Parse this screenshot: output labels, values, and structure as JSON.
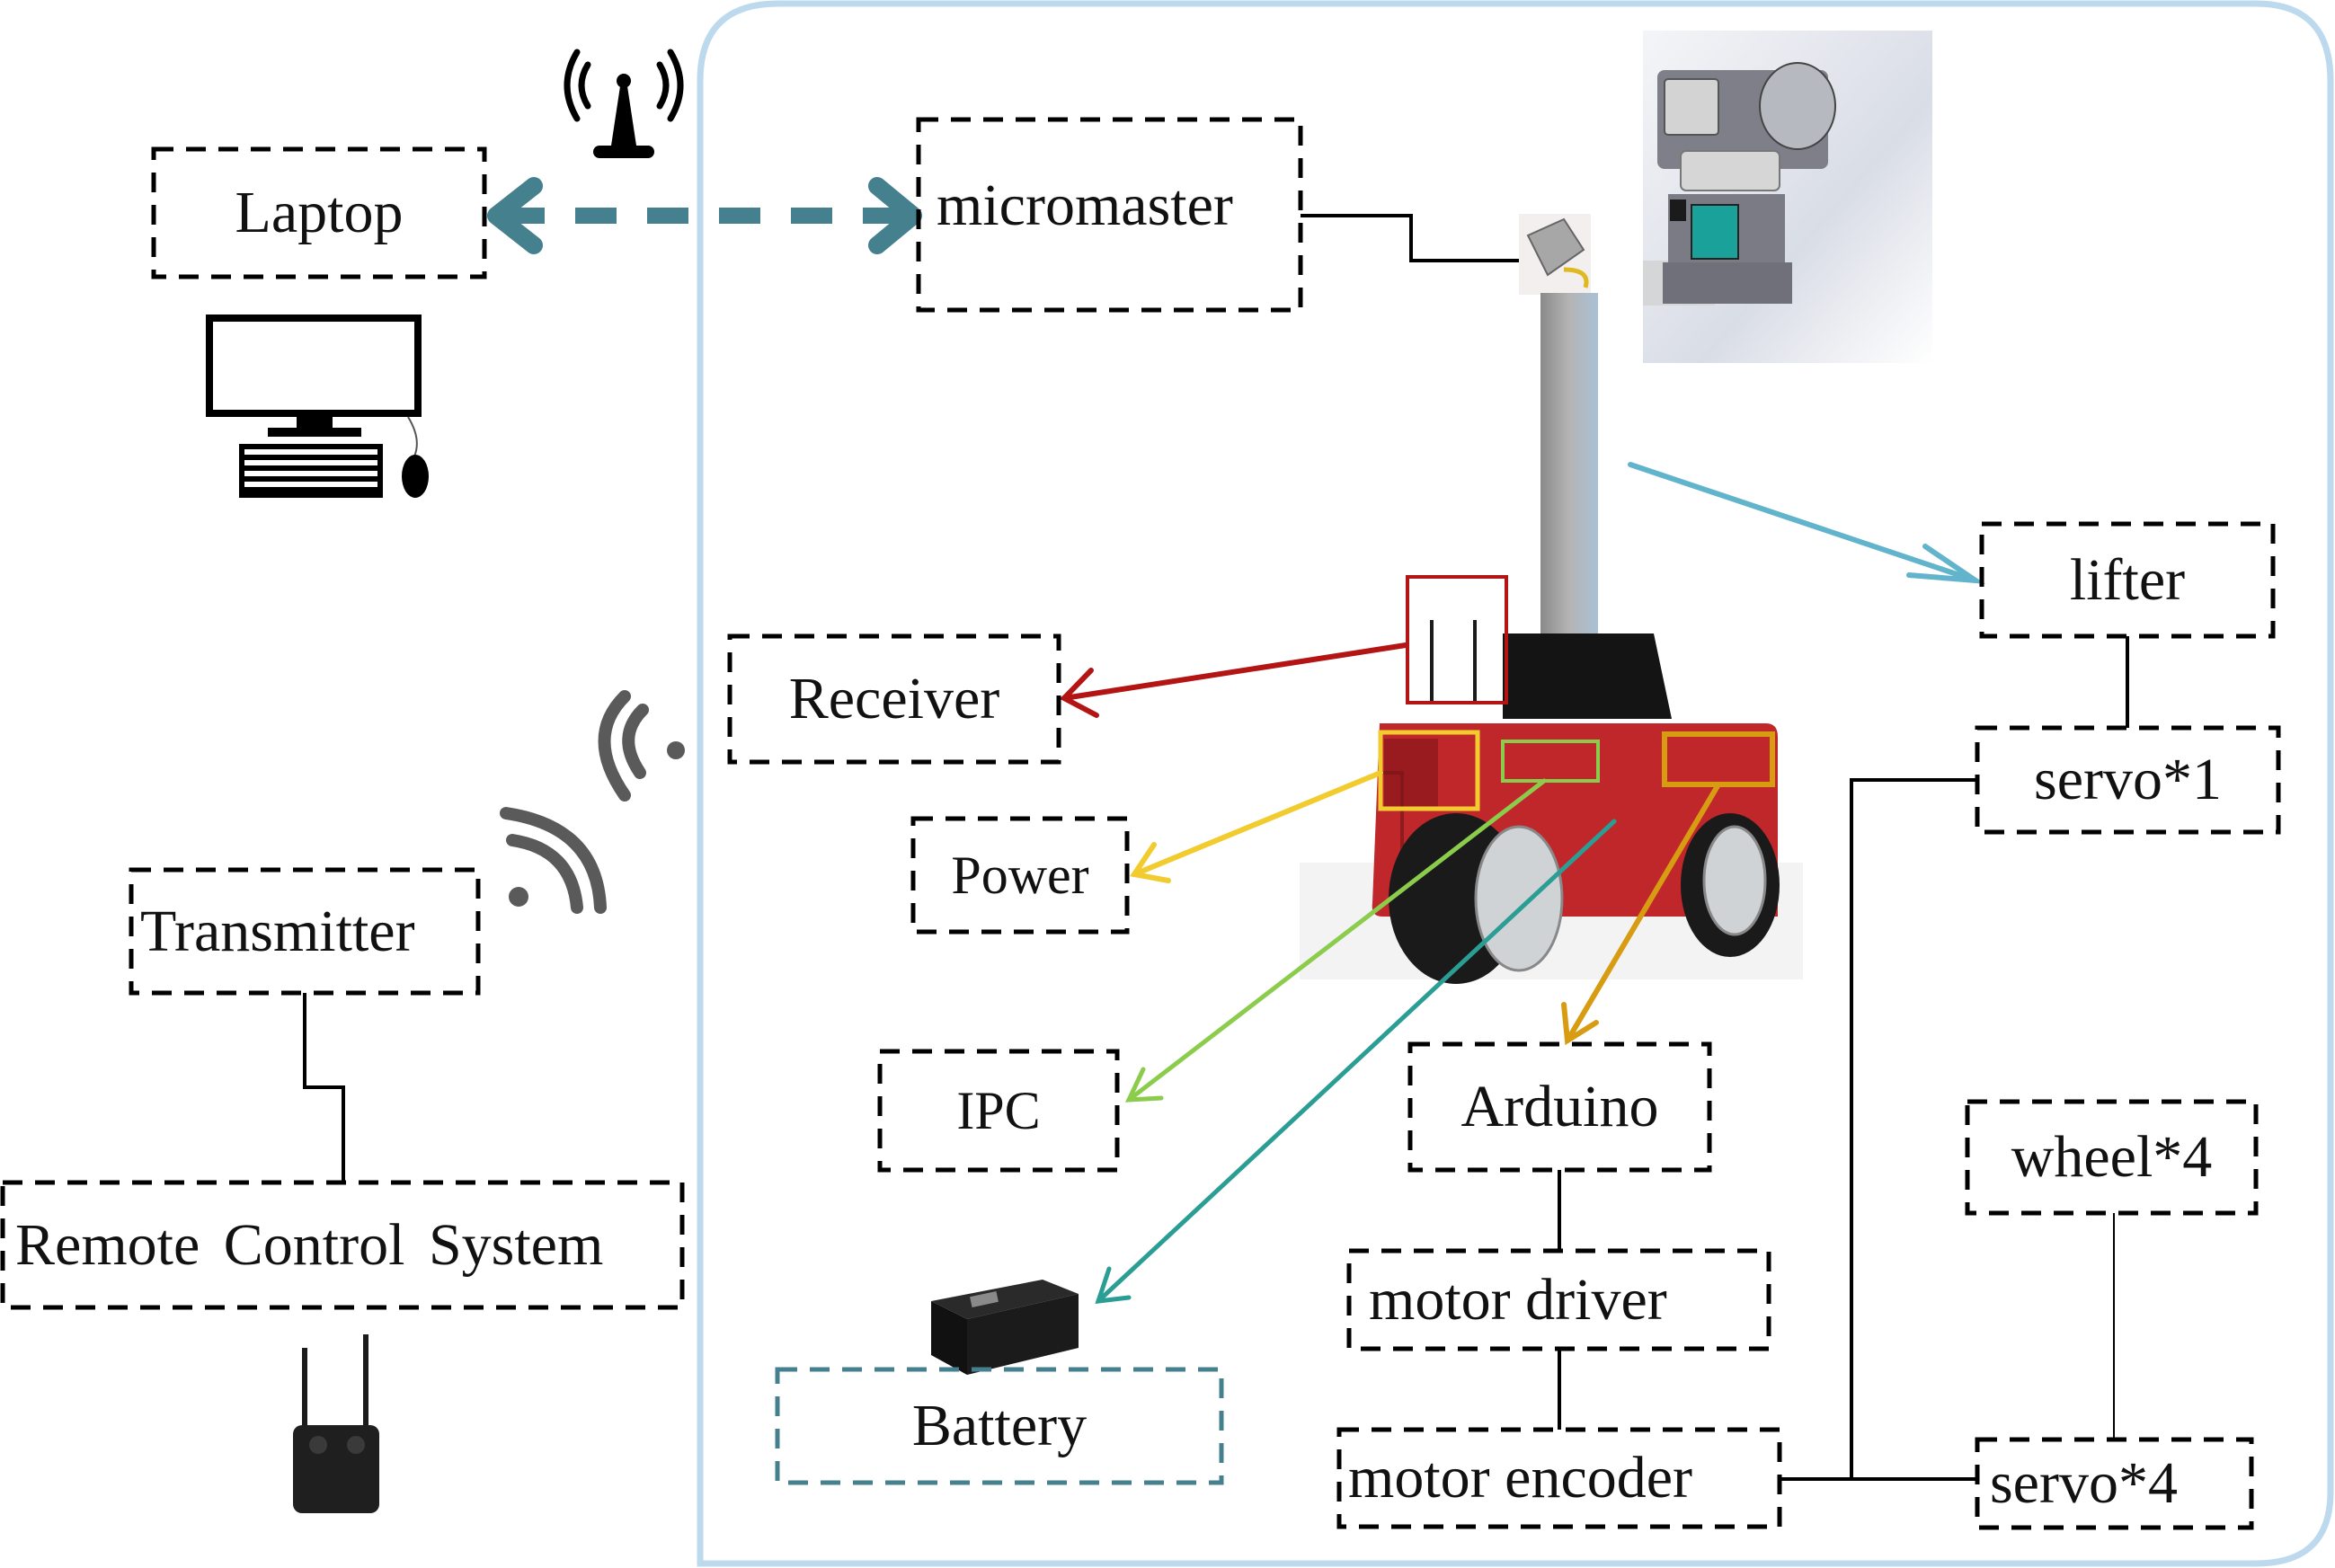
{
  "figure": {
    "title": "Robot system architecture diagram",
    "colors": {
      "container_border": "#bcd9ee",
      "wireless_link": "#44808e",
      "receiver_arrow": "#b31414",
      "power_arrow": "#f2cc2e",
      "ipc_arrow": "#8ccc4c",
      "battery_arrow": "#2a9e94",
      "arduino_arrow": "#d89c12",
      "lifter_arrow": "#62b4cc",
      "battery_box_border": "#44808e",
      "robot_body": "#c0272b"
    }
  },
  "external": {
    "laptop": {
      "label": "Laptop",
      "icons": [
        "desktop-computer-icon",
        "wifi-antenna-tower-icon"
      ]
    },
    "transmitter": {
      "label": "Transmitter",
      "icon": "wireless-signal-icon"
    },
    "remote_control_system": {
      "label": "Remote Control System",
      "icon": "rc-controller-icon"
    }
  },
  "robot": {
    "micromaster": {
      "label": "micromaster"
    },
    "receiver": {
      "label": "Receiver"
    },
    "power": {
      "label": "Power"
    },
    "ipc": {
      "label": "IPC"
    },
    "battery": {
      "label": "Battery"
    },
    "lifter": {
      "label": "lifter"
    },
    "servo_1": {
      "label": "servo*1"
    },
    "arduino": {
      "label": "Arduino"
    },
    "motor_driver": {
      "label": "motor driver"
    },
    "motor_encoder": {
      "label": "motor encoder"
    },
    "wheel_4": {
      "label": "wheel*4"
    },
    "servo_4": {
      "label": "servo*4"
    }
  },
  "connections": [
    {
      "from": "laptop",
      "to": "micromaster",
      "style": "dashed-bidirectional"
    },
    {
      "from": "micromaster",
      "to": "dc-converter",
      "style": "solid"
    },
    {
      "from": "robot-antenna",
      "to": "receiver",
      "style": "arrow"
    },
    {
      "from": "robot-power-panel",
      "to": "power",
      "style": "arrow"
    },
    {
      "from": "robot-ipc-area",
      "to": "ipc",
      "style": "arrow"
    },
    {
      "from": "robot-body",
      "to": "battery",
      "style": "arrow"
    },
    {
      "from": "robot-arduino-area",
      "to": "arduino",
      "style": "arrow"
    },
    {
      "from": "lift-column",
      "to": "lifter",
      "style": "arrow"
    },
    {
      "from": "lifter",
      "to": "servo_1",
      "style": "solid"
    },
    {
      "from": "arduino",
      "to": "motor_driver",
      "style": "solid"
    },
    {
      "from": "motor_driver",
      "to": "motor_encoder",
      "style": "solid"
    },
    {
      "from": "motor_encoder",
      "to": "servo_1",
      "style": "solid"
    },
    {
      "from": "motor_encoder",
      "to": "servo_4",
      "style": "solid"
    },
    {
      "from": "wheel_4",
      "to": "servo_4",
      "style": "solid"
    },
    {
      "from": "transmitter",
      "to": "remote_control_system",
      "style": "solid"
    }
  ]
}
